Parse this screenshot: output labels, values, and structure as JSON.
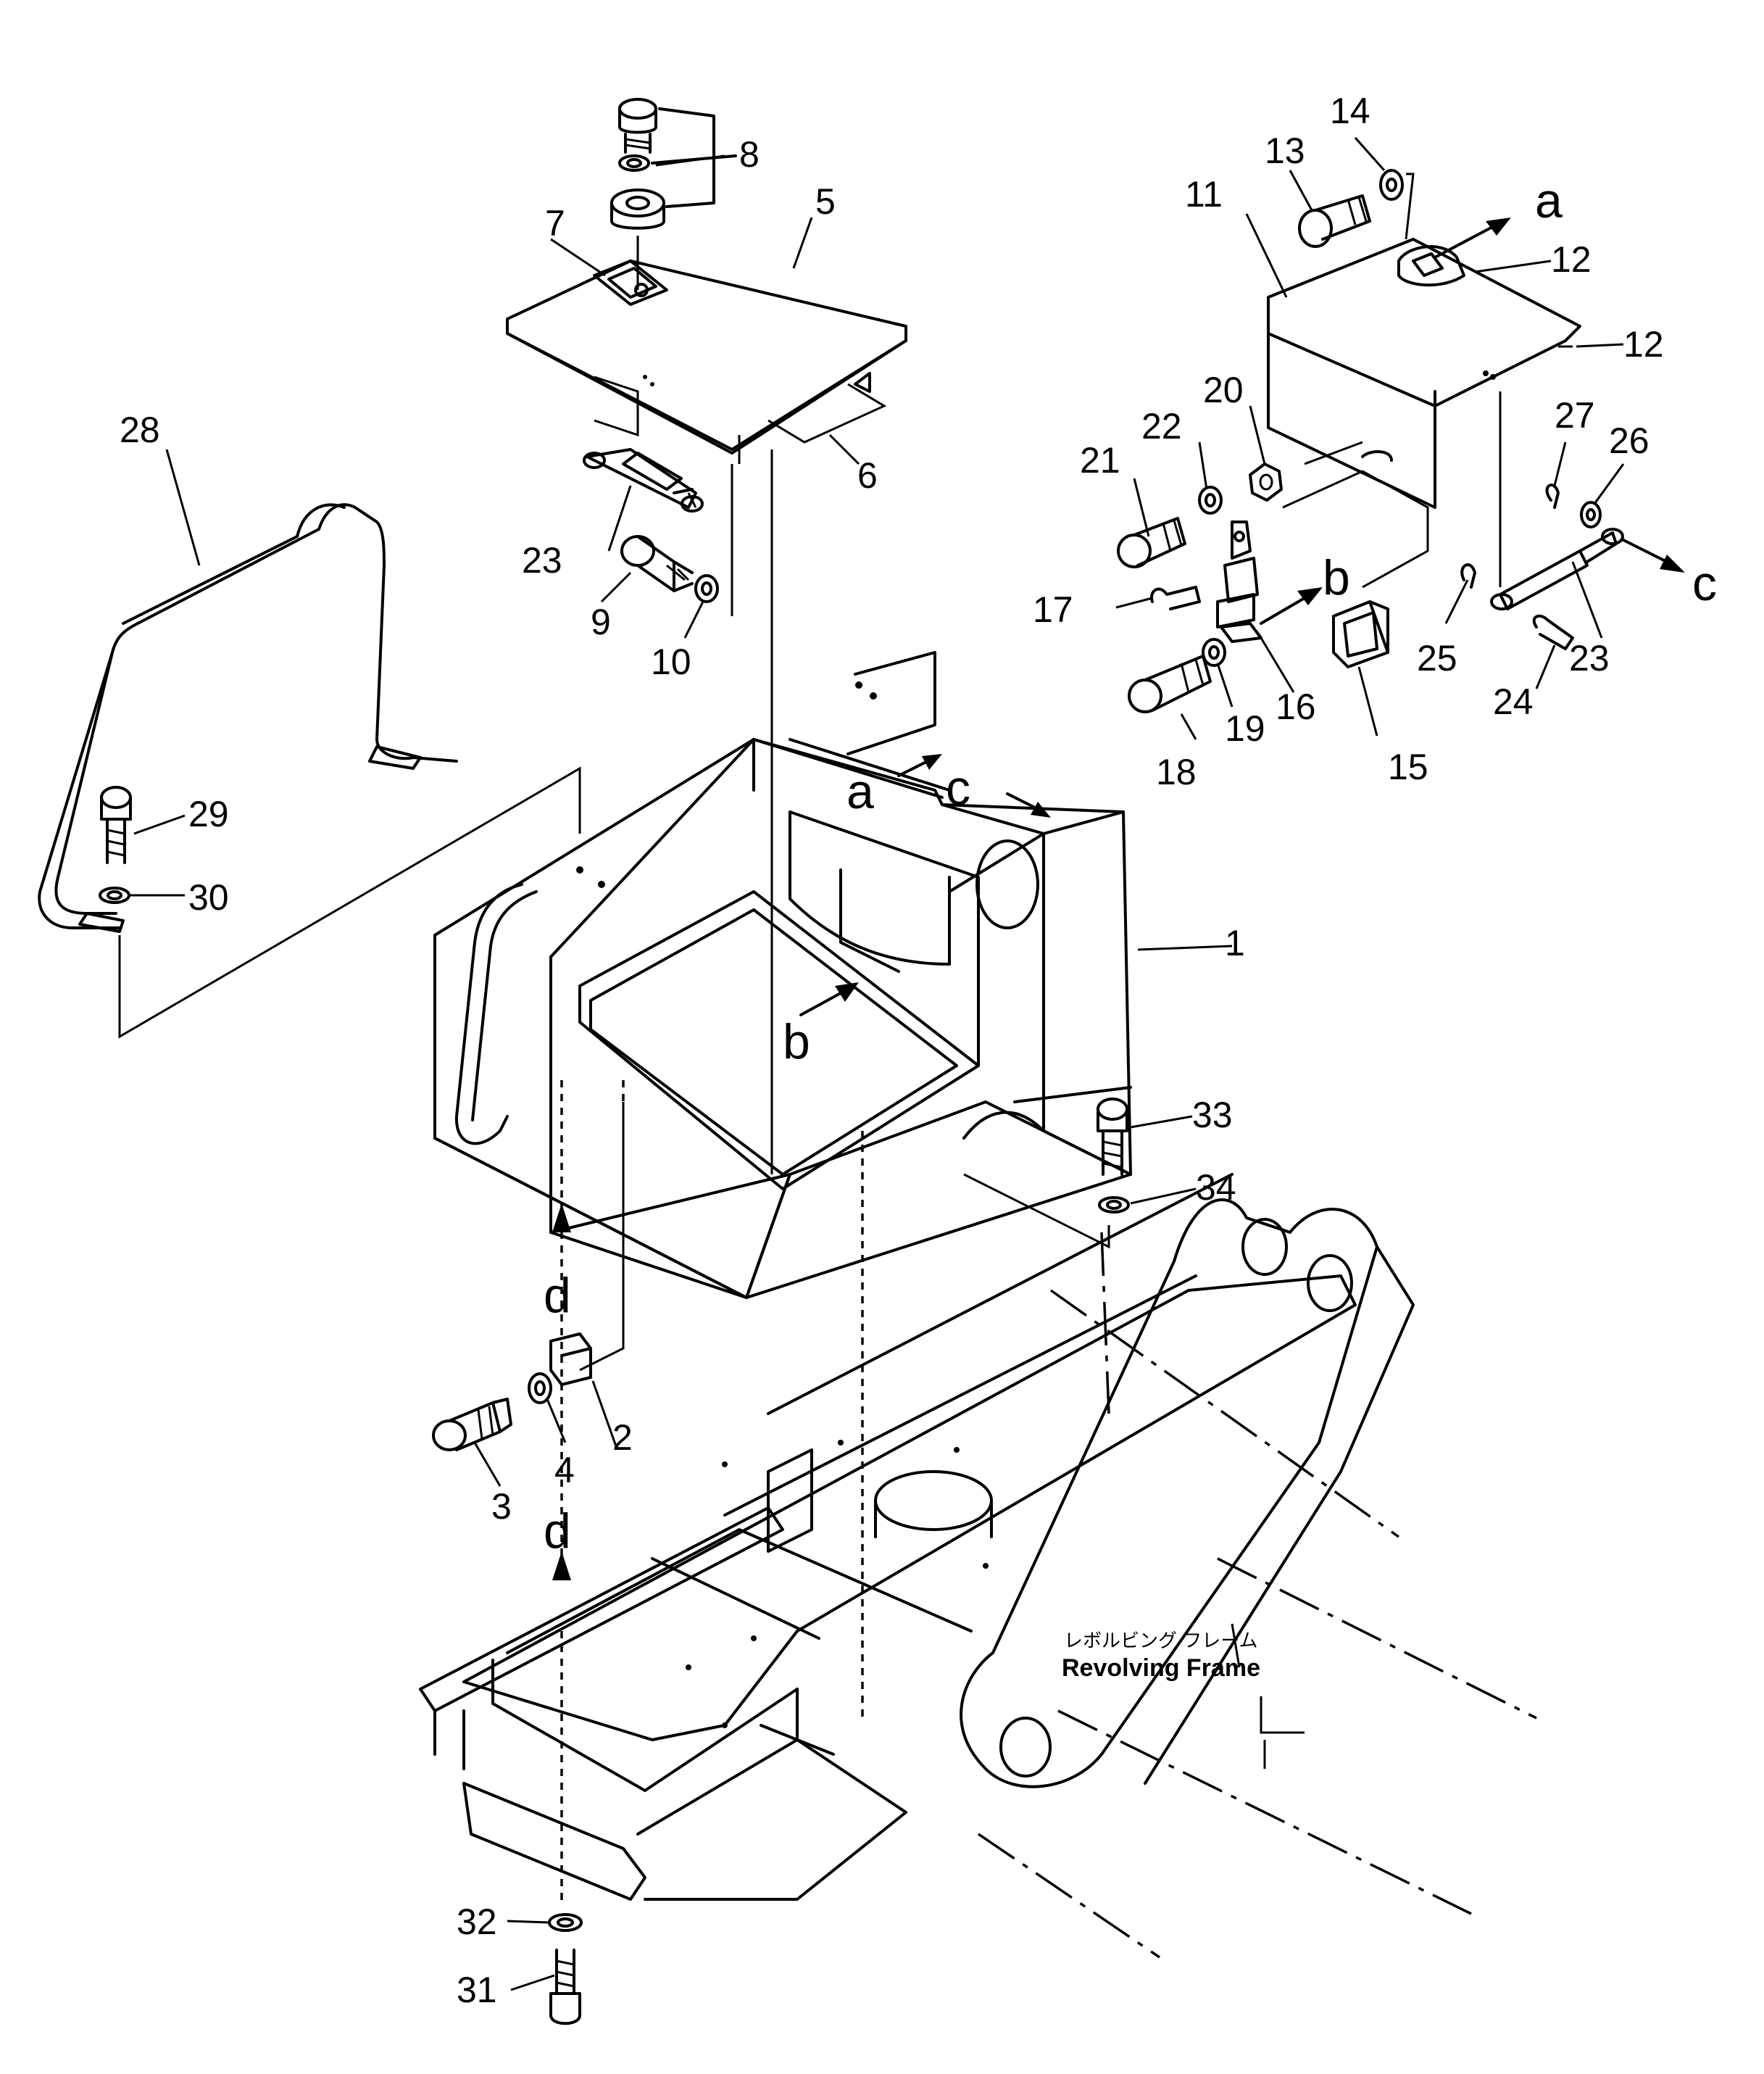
{
  "diagram": {
    "callouts": [
      "1",
      "2",
      "3",
      "4",
      "5",
      "6",
      "7",
      "8",
      "9",
      "10",
      "11",
      "12",
      "12",
      "13",
      "14",
      "15",
      "16",
      "17",
      "18",
      "19",
      "20",
      "21",
      "22",
      "23",
      "23",
      "24",
      "25",
      "26",
      "27",
      "28",
      "29",
      "30",
      "31",
      "32",
      "33",
      "34"
    ],
    "arrow_letters": [
      "a",
      "a",
      "b",
      "b",
      "c",
      "c",
      "d",
      "d"
    ],
    "frame_label_jp": "レボルビング フレーム",
    "frame_label_en": "Revolving Frame"
  }
}
